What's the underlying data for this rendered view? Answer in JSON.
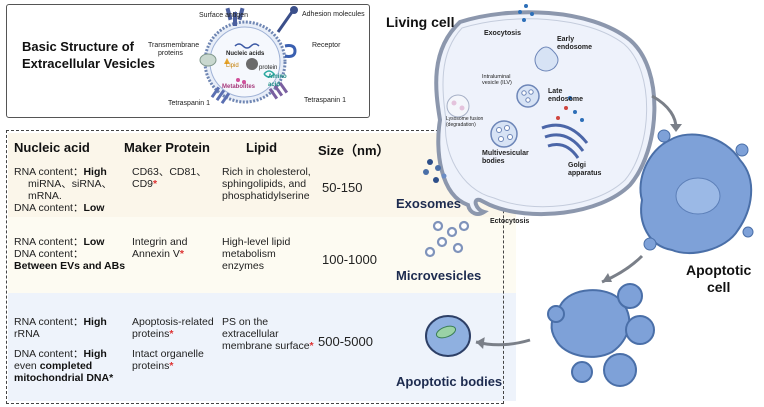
{
  "basic": {
    "title_line1": "Basic Structure of",
    "title_line2": "Extracellular Vesicles",
    "surface_antigen": "Surface antigen",
    "adhesion_molecules": "Adhesion molecules",
    "transmembrane_proteins_1": "Transmembrane",
    "transmembrane_proteins_2": "proteins",
    "receptor": "Receptor",
    "nucleic_acids": "Nucleic acids",
    "lipid": "Lipid",
    "protein": "protein",
    "amino_acid_1": "Amino",
    "amino_acid_2": "acid",
    "metabolites": "Metabolites",
    "tetraspanin_left": "Tetraspanin 1",
    "tetraspanin_right": "Tetraspanin 1"
  },
  "table": {
    "headers": {
      "nucleic_acid": "Nucleic acid",
      "maker_protein": "Maker Protein",
      "lipid": "Lipid",
      "size": "Size（nm）"
    },
    "rows": [
      {
        "nucleic_line1_prefix": "RNA content：",
        "nucleic_line1_bold": "High",
        "nucleic_line2": "miRNA、siRNA、",
        "nucleic_line3": "mRNA.",
        "nucleic_line4_prefix": "DNA content：",
        "nucleic_line4_bold": "Low",
        "protein_line1": "CD63、CD81、",
        "protein_line2": "CD9",
        "lipid_line1": "Rich in cholesterol,",
        "lipid_line2": "sphingolipids, and",
        "lipid_line3": "phosphatidylserine",
        "size": "50-150",
        "label": "Exosomes"
      },
      {
        "nucleic_line1_prefix": "RNA content：",
        "nucleic_line1_bold": "Low",
        "nucleic_line2": "DNA content：",
        "nucleic_line3_bold": "Between EVs and ABs",
        "protein_line1": "Integrin and",
        "protein_line2": "Annexin V",
        "lipid_line1": "High-level lipid",
        "lipid_line2": "metabolism",
        "lipid_line3": "enzymes",
        "size": "100-1000",
        "label": "Microvesicles"
      },
      {
        "nucleic_line1_prefix": "RNA content：",
        "nucleic_line1_bold": "High",
        "nucleic_line2": "rRNA",
        "nucleic_line3_prefix": "DNA content：",
        "nucleic_line3_bold": "High",
        "nucleic_line4_prefix": "even ",
        "nucleic_line4_bold": "completed",
        "nucleic_line5_bold": "mitochondrial DNA*",
        "protein_line1": "Apoptosis-related",
        "protein_line2": "proteins",
        "protein_line3": "Intact organelle",
        "protein_line4": "proteins",
        "lipid_line1": "PS on the",
        "lipid_line2": "extracellular",
        "lipid_line3": "membrane surface",
        "size": "500-5000",
        "label": "Apoptotic bodies"
      }
    ],
    "star": "*"
  },
  "cell": {
    "living_cell": "Living cell",
    "exocytosis": "Exocytosis",
    "early_endosome_1": "Early",
    "early_endosome_2": "endosome",
    "ilv_1": "Intraluminal",
    "ilv_2": "vesicle (ILV)",
    "late_endosome_1": "Late",
    "late_endosome_2": "endosome",
    "lysosome_1": "Lysosome fusion",
    "lysosome_2": "(degradation)",
    "multivesicular_1": "Multivesicular",
    "multivesicular_2": "bodies",
    "golgi_1": "Golgi",
    "golgi_2": "apparatus",
    "ectocytosis": "Ectocytosis",
    "apoptotic_cell_1": "Apoptotic",
    "apoptotic_cell_2": "cell"
  },
  "colors": {
    "cell_fill": "#eef2fb",
    "cell_stroke": "#8c97ad",
    "apoptotic_fill": "#7ea1d8",
    "apoptotic_stroke": "#4a6fa8",
    "band_row1": "#fbf6ea",
    "band_row2": "#fdfbf2",
    "band_row3": "#eef3fb",
    "star": "#dd3333",
    "label_navy": "#1d2b4f"
  }
}
